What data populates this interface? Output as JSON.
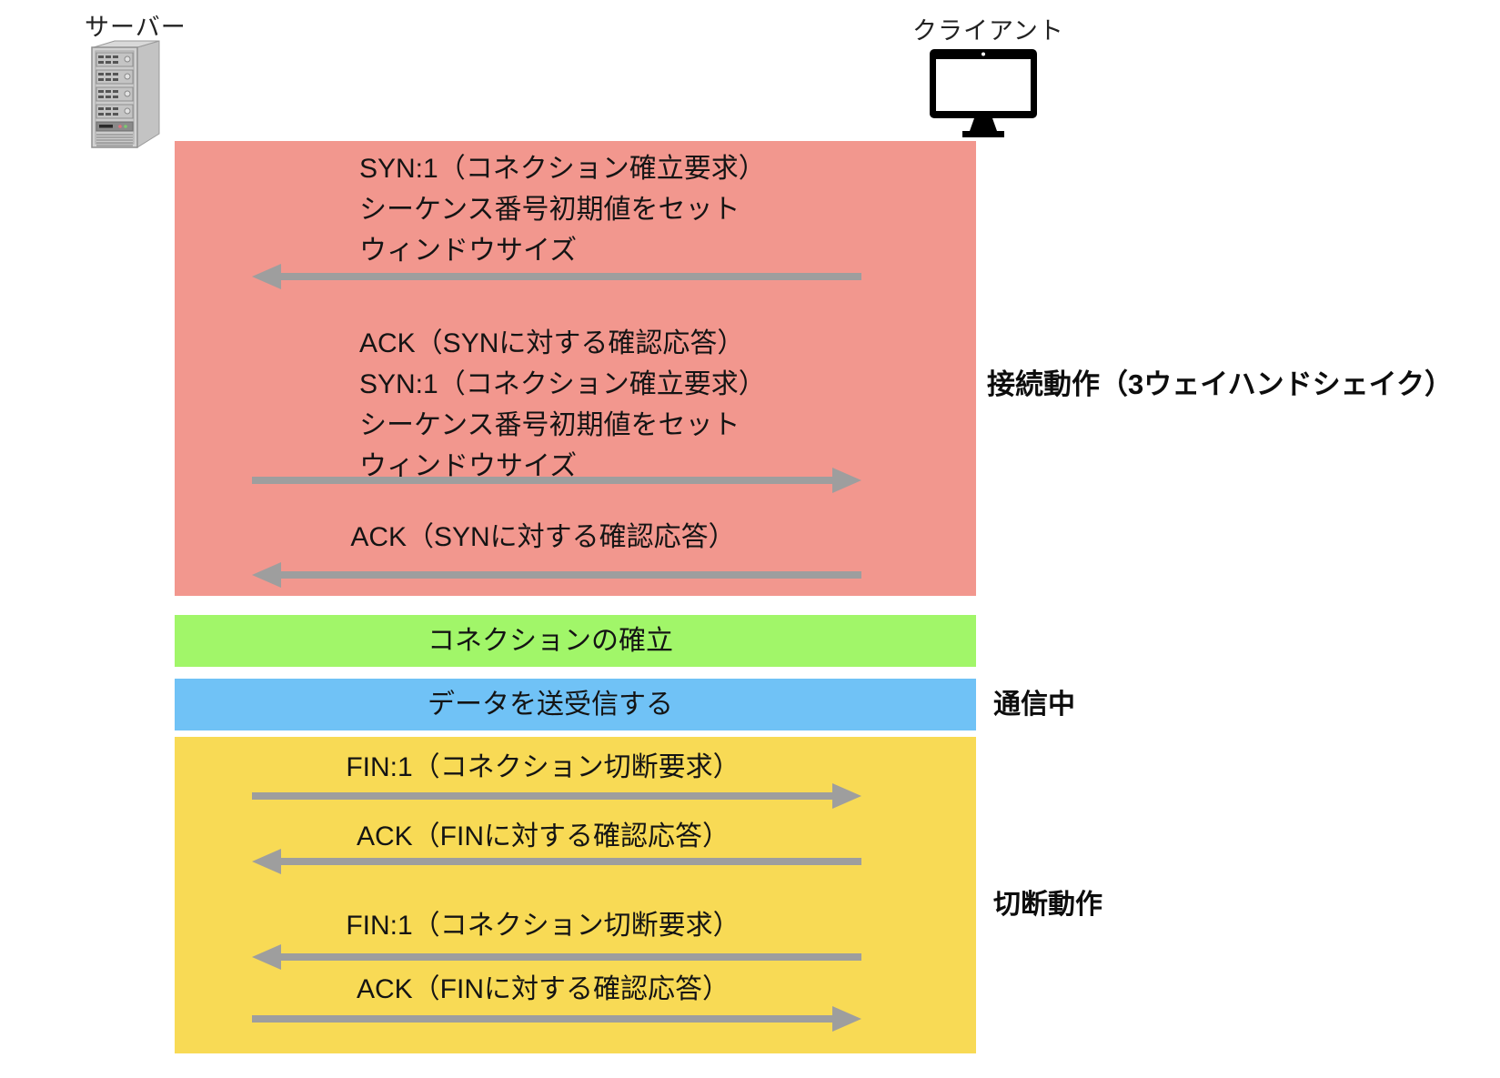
{
  "actors": {
    "server_label": "サーバー",
    "client_label": "クライアント"
  },
  "handshake": {
    "side_label": "接続動作（3ウェイハンドシェイク）",
    "msg1_line1": "SYN:1（コネクション確立要求）",
    "msg1_line2": "シーケンス番号初期値をセット",
    "msg1_line3": "ウィンドウサイズ",
    "msg2_line1": "ACK（SYNに対する確認応答）",
    "msg2_line2": "SYN:1（コネクション確立要求）",
    "msg2_line3": "シーケンス番号初期値をセット",
    "msg2_line4": "ウィンドウサイズ",
    "msg3_line1": "ACK（SYNに対する確認応答）"
  },
  "established": {
    "label": "コネクションの確立"
  },
  "transfer": {
    "label": "データを送受信する",
    "side_label": "通信中"
  },
  "teardown": {
    "side_label": "切断動作",
    "msg1": "FIN:1（コネクション切断要求）",
    "msg2": "ACK（FINに対する確認応答）",
    "msg3": "FIN:1（コネクション切断要求）",
    "msg4": "ACK（FINに対する確認応答）"
  },
  "colors": {
    "handshake_bg": "#f2978e",
    "established_bg": "#a1f669",
    "transfer_bg": "#70c2f6",
    "teardown_bg": "#f8da55",
    "arrow": "#9e9e9e"
  }
}
